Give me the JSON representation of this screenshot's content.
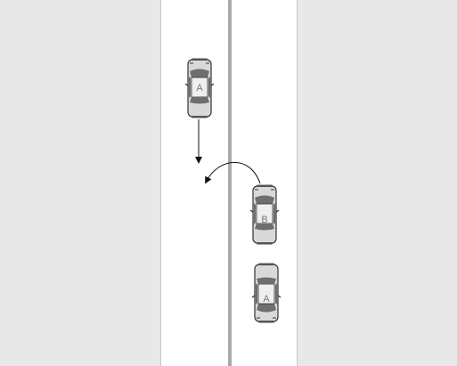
{
  "colors": {
    "shoulder": "#e8e8e9",
    "road": "#ffffff",
    "road_edge": "#c8c8c8",
    "center_divider": "#a9a9a9",
    "car_body": "#d9d9d9",
    "car_outline": "#333333",
    "car_glass": "#6e6e6e",
    "label_text": "#7a7a7a",
    "arrow": "#111111"
  },
  "lanes": {
    "count": 2,
    "divider": "solid"
  },
  "vehicles": [
    {
      "id": "car-a-north",
      "label": "A",
      "lane": "left",
      "facing": "up"
    },
    {
      "id": "car-b",
      "label": "B",
      "lane": "right",
      "facing": "up"
    },
    {
      "id": "car-a-south",
      "label": "A",
      "lane": "right",
      "facing": "down"
    }
  ],
  "arrows": [
    {
      "id": "straight-arrow",
      "from": "car-a-north",
      "shape": "straight",
      "direction": "down"
    },
    {
      "id": "curved-arrow",
      "from": "car-b",
      "shape": "curve",
      "direction": "left"
    }
  ],
  "icons": {
    "car": "car-top-view-icon"
  }
}
